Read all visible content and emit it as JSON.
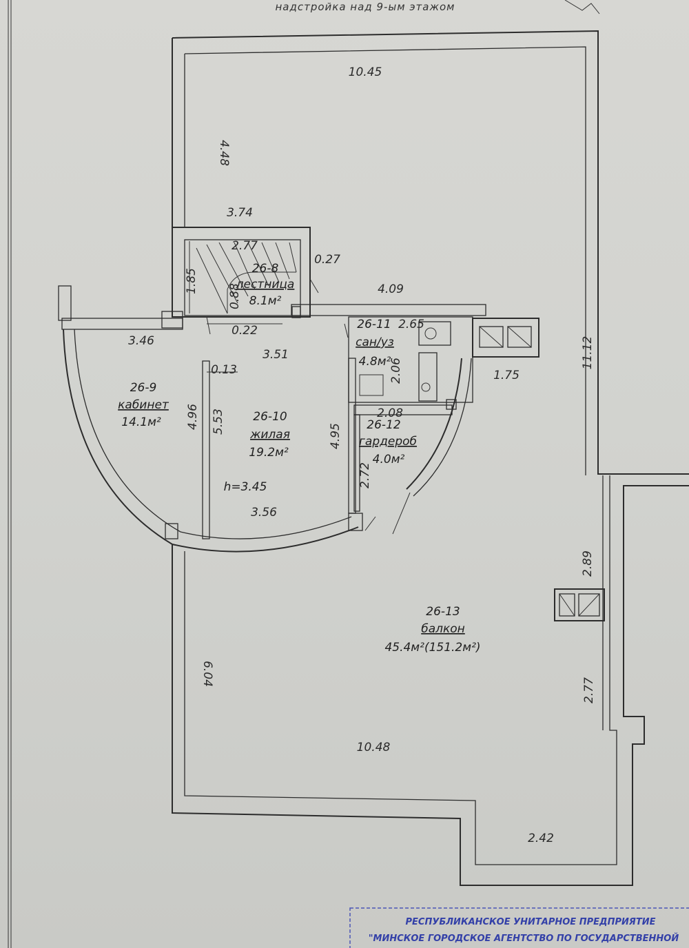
{
  "title": "надстройка над 9-ым этажом",
  "rooms": {
    "stair": {
      "id": "26-8",
      "name": "лестница",
      "area": "8.1м²"
    },
    "office": {
      "id": "26-9",
      "name": "кабинет",
      "area": "14.1м²"
    },
    "living": {
      "id": "26-10",
      "name": "жилая",
      "area": "19.2м²",
      "height": "h=3.45"
    },
    "bath": {
      "id": "26-11",
      "name": "сан/уз",
      "area": "4.8м²"
    },
    "wardrobe": {
      "id": "26-12",
      "name": "гардероб",
      "area": "4.0м²"
    },
    "balcony": {
      "id": "26-13",
      "name": "балкон",
      "area": "45.4м²(151.2м²)"
    }
  },
  "dimensions": {
    "top_width": "10.45",
    "left_upper": "4.48",
    "stair_top": "3.74",
    "stair_inner": "2.77",
    "stair_gap": "0.27",
    "stair_side": "1.85",
    "stair_small": "0.88",
    "corridor_width": "4.09",
    "stair_bottom": "0.22",
    "office_width": "3.46",
    "living_top": "3.51",
    "wall_small": "0.13",
    "office_height": "4.96",
    "living_height_left": "5.53",
    "living_height_right": "4.95",
    "bath_width": "2.65",
    "bath_height": "2.06",
    "wardrobe_width": "2.08",
    "wardrobe_height": "2.72",
    "shaft_width": "1.75",
    "right_height": "11.12",
    "living_bottom": "3.56",
    "right_mid": "2.89",
    "right_lower": "2.77",
    "left_lower": "6.04",
    "bottom_width": "10.48",
    "bottom_step": "2.42"
  },
  "stamp": {
    "line1": "РЕСПУБЛИКАНСКОЕ УНИТАРНОЕ ПРЕДПРИЯТИЕ",
    "line2": "\"МИНСКОЕ ГОРОДСКОЕ АГЕНТСТВО ПО ГОСУДАРСТВЕННОЙ"
  }
}
